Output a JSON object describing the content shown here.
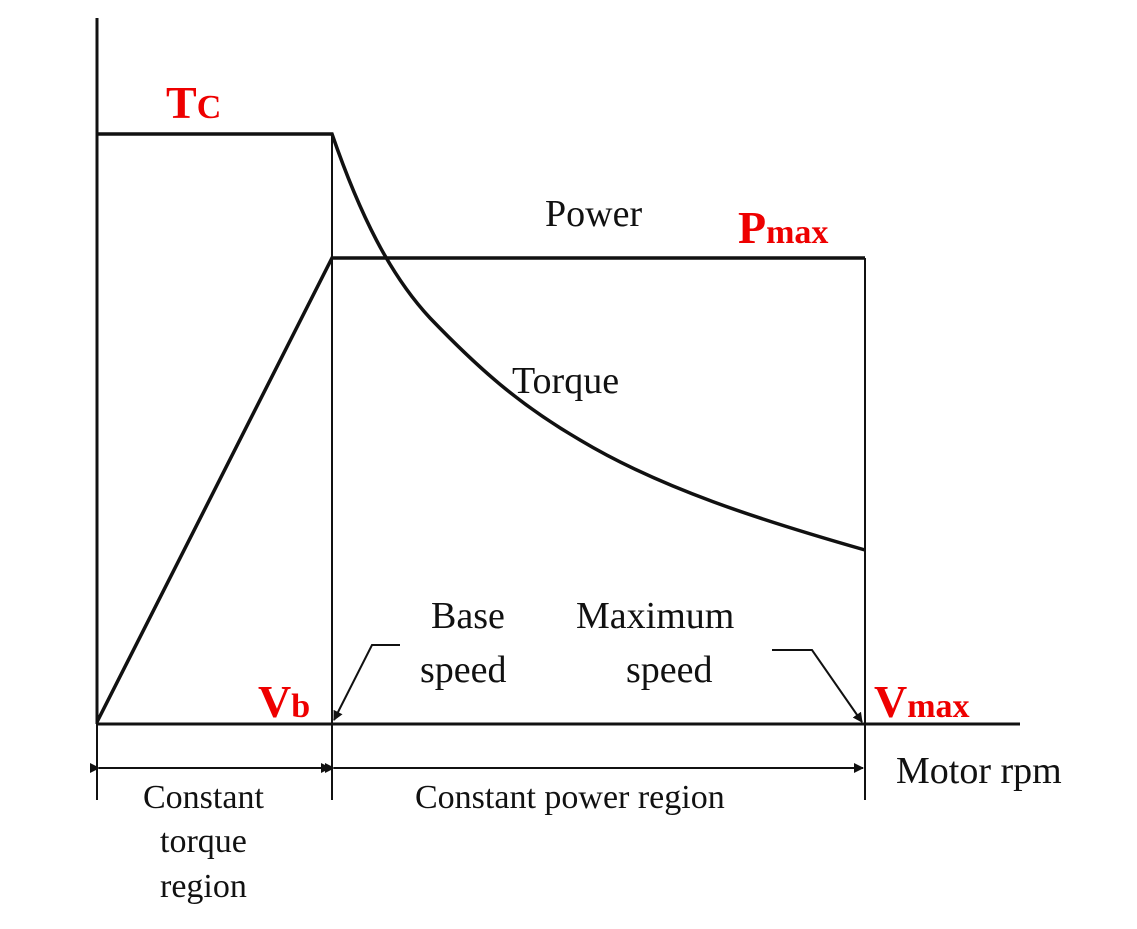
{
  "labels": {
    "tc_main": "T",
    "tc_sub": "C",
    "pmax_main": "P",
    "pmax_sub": "max",
    "vb_main": "V",
    "vb_sub": "b",
    "vmax_main": "V",
    "vmax_sub": "max",
    "power": "Power",
    "torque": "Torque",
    "base_speed_line1": "Base",
    "base_speed_line2": "speed",
    "max_speed_line1": "Maximum",
    "max_speed_line2": "speed",
    "x_axis": "Motor rpm",
    "constant_torque_line1": "Constant",
    "constant_torque_line2": "torque",
    "constant_torque_line3": "region",
    "constant_power": "Constant power region"
  },
  "colors": {
    "highlight": "#ee0000",
    "ink": "#111111"
  }
}
